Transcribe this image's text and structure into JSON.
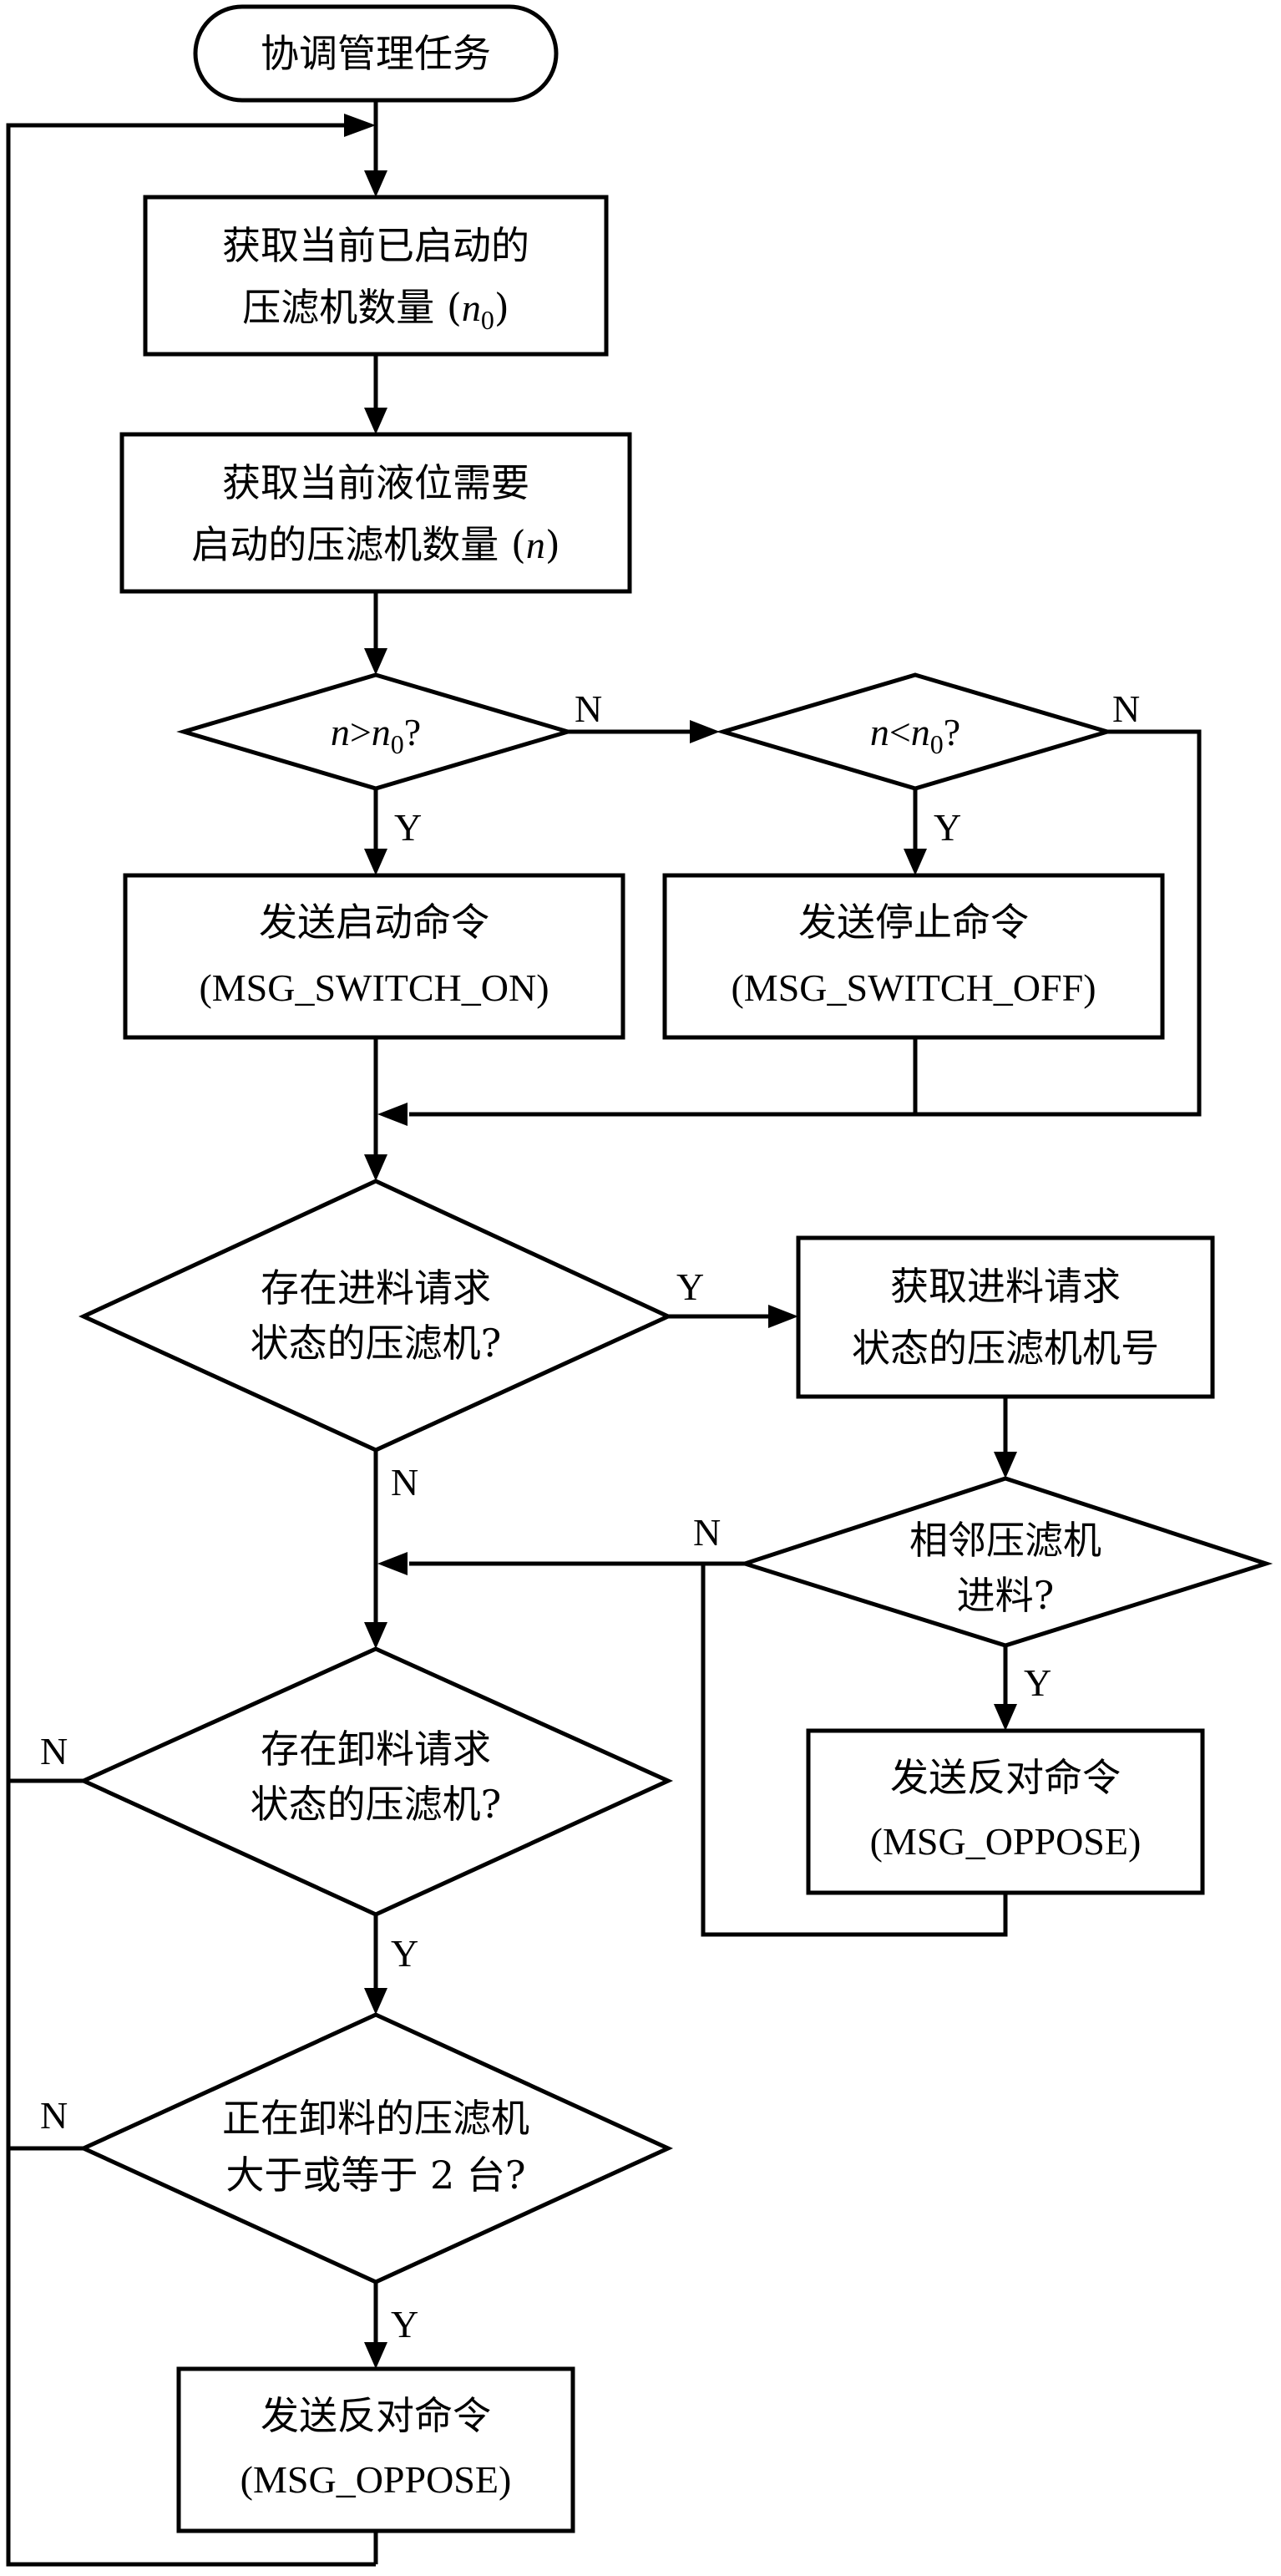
{
  "nodes": {
    "start": "协调管理任务",
    "get_started": {
      "line1": "获取当前已启动的",
      "line2_prefix": "压滤机数量 (",
      "var": "n",
      "sub": "0",
      "line2_suffix": ")"
    },
    "get_needed": {
      "line1": "获取当前液位需要",
      "line2_prefix": "启动的压滤机数量 (",
      "var": "n",
      "line2_suffix": ")"
    },
    "cond_greater": {
      "var1": "n",
      "op": ">",
      "var2": "n",
      "sub": "0",
      "suffix": "?"
    },
    "cond_less": {
      "var1": "n",
      "op": "<",
      "var2": "n",
      "sub": "0",
      "suffix": "?"
    },
    "send_start": {
      "line1": "发送启动命令",
      "line2": "(MSG_SWITCH_ON)"
    },
    "send_stop": {
      "line1": "发送停止命令",
      "line2": "(MSG_SWITCH_OFF)"
    },
    "feed_request": {
      "line1": "存在进料请求",
      "line2": "状态的压滤机?"
    },
    "get_feed_id": {
      "line1": "获取进料请求",
      "line2": "状态的压滤机机号"
    },
    "adjacent_feed": {
      "line1": "相邻压滤机",
      "line2": "进料?"
    },
    "send_oppose_feed": {
      "line1": "发送反对命令",
      "line2": "(MSG_OPPOSE)"
    },
    "unload_request": {
      "line1": "存在卸料请求",
      "line2": "状态的压滤机?"
    },
    "unloading_count": {
      "line1": "正在卸料的压滤机",
      "line2": "大于或等于 2 台?"
    },
    "send_oppose_unload": {
      "line1": "发送反对命令",
      "line2": "(MSG_OPPOSE)"
    }
  },
  "edge_labels": {
    "yes": "Y",
    "no": "N"
  }
}
